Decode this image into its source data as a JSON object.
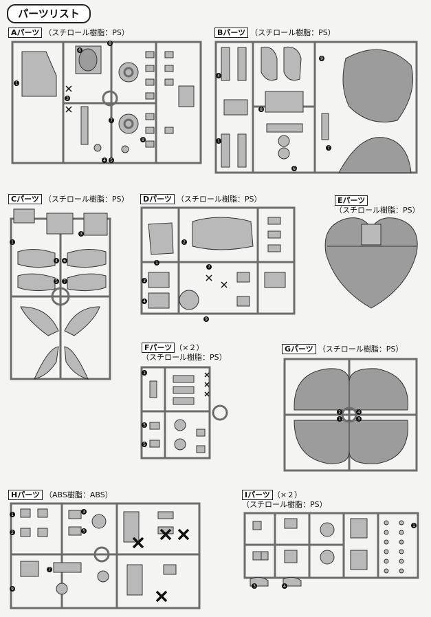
{
  "title": "パーツリスト",
  "sections": {
    "A": {
      "part": "Aパーツ",
      "material": "（スチロール樹脂：PS）"
    },
    "B": {
      "part": "Bパーツ",
      "material": "（スチロール樹脂：PS）"
    },
    "C": {
      "part": "Cパーツ",
      "material": "（スチロール樹脂：PS）"
    },
    "D": {
      "part": "Dパーツ",
      "material": "（スチロール樹脂：PS）"
    },
    "E": {
      "part": "Eパーツ",
      "material": "（スチロール樹脂：PS）"
    },
    "F": {
      "part": "Fパーツ",
      "multiplier": "（×２）",
      "material": "（スチロール樹脂：PS）"
    },
    "G": {
      "part": "Gパーツ",
      "material": "（スチロール樹脂：PS）"
    },
    "H": {
      "part": "Hパーツ",
      "material": "（ABS樹脂：ABS）"
    },
    "I": {
      "part": "Iパーツ",
      "multiplier": "（×２）",
      "material": "（スチロール樹脂：PS）"
    }
  }
}
